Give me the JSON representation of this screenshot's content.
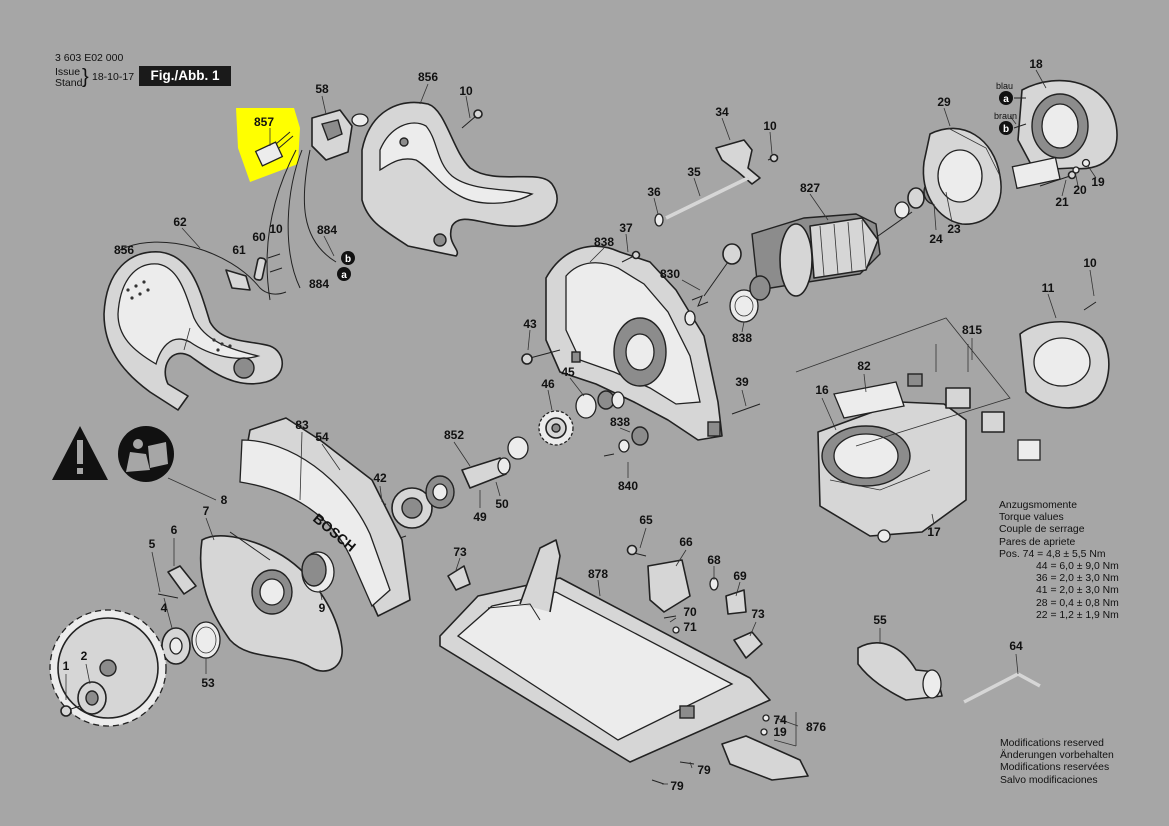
{
  "header": {
    "doc_number": "3 603 E02 000",
    "issue_label": "Issue",
    "stand_label": "Stand",
    "date": "18-10-17",
    "figure": "Fig./Abb. 1"
  },
  "highlight": {
    "part": "857",
    "color": "#ffff00"
  },
  "parts": {
    "p857": "857",
    "p58": "58",
    "p856a": "856",
    "p10a": "10",
    "p34": "34",
    "p10b": "10",
    "p18": "18",
    "p29": "29",
    "p36": "36",
    "p35": "35",
    "p827": "827",
    "p20": "20",
    "p19a": "19",
    "p21": "21",
    "p24": "24",
    "p23": "23",
    "p62": "62",
    "p60": "60",
    "p10c": "10",
    "p884a": "884",
    "p61": "61",
    "p884b": "884",
    "p856b": "856",
    "p838a": "838",
    "p37": "37",
    "p830": "830",
    "p838b": "838",
    "p10d": "10",
    "p11": "11",
    "p43": "43",
    "p45": "45",
    "p46": "46",
    "p39": "39",
    "p815": "815",
    "p82": "82",
    "p16": "16",
    "p838c": "838",
    "p83": "83",
    "p54": "54",
    "p852": "852",
    "p840": "840",
    "p42": "42",
    "p50": "50",
    "p49": "49",
    "p8": "8",
    "p17": "17",
    "p7": "7",
    "p6": "6",
    "p5": "5",
    "p65": "65",
    "p66": "66",
    "p73a": "73",
    "p68": "68",
    "p878": "878",
    "p69": "69",
    "p9": "9",
    "p4": "4",
    "p70": "70",
    "p71": "71",
    "p73b": "73",
    "p55": "55",
    "p64": "64",
    "p2": "2",
    "p1": "1",
    "p53": "53",
    "p74": "74",
    "p19b": "19",
    "p876": "876",
    "p79a": "79",
    "p79b": "79"
  },
  "wire_labels": {
    "blue": "blau",
    "brown": "braun",
    "a": "a",
    "b": "b"
  },
  "warning_symbols": [
    "warning-triangle-icon",
    "read-manual-icon"
  ],
  "brand_on_guard": "BOSCH",
  "torque": {
    "title_lines": [
      "Anzugsmomente",
      "Torque values",
      "Couple de serrage",
      "Pares de apriete"
    ],
    "rows": [
      "Pos. 74 = 4,8 ± 5,5 Nm",
      "44 = 6,0 ± 9,0 Nm",
      "36 = 2,0 ± 3,0 Nm",
      "41 = 2,0 ± 3,0 Nm",
      "28 = 0,4 ± 0,8 Nm",
      "22 = 1,2 ± 1,9 Nm"
    ]
  },
  "modifications": [
    "Modifications reserved",
    "Änderungen vorbehalten",
    "Modifications reservées",
    "Salvo modificaciones"
  ]
}
